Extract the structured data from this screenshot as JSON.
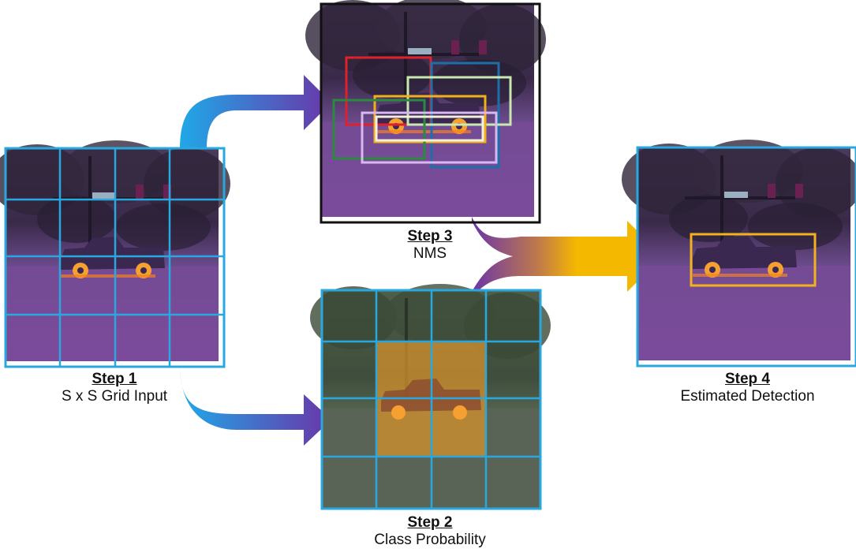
{
  "panels": [
    {
      "id": "step1",
      "step": "Step 1",
      "desc": "S x S Grid Input"
    },
    {
      "id": "step2",
      "step": "Step 2",
      "desc": "Class Probability"
    },
    {
      "id": "step3",
      "step": "Step 3",
      "desc": "NMS"
    },
    {
      "id": "step4",
      "step": "Step 4",
      "desc": "Estimated Detection"
    }
  ],
  "colors": {
    "grid": "#29a8e0",
    "arrow_blue": "#1fa8e8",
    "arrow_purple": "#6b35a8",
    "arrow_gold": "#f5b800",
    "detection_box": "#f2b21c",
    "nms_boxes": [
      "#e0202a",
      "#2a8a3e",
      "#1e6fa8",
      "#f0b01a",
      "#f4f0e0",
      "#c8e8b0",
      "#d8b8f0",
      "#3a90c0"
    ]
  }
}
